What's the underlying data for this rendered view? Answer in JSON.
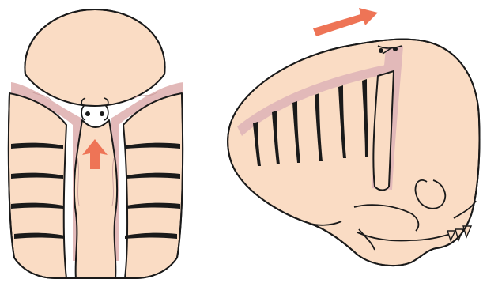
{
  "colors": {
    "skin": "#FADCC4",
    "suture": "#E2B9B9",
    "outline": "#1A1A1A",
    "vessel": "#C79A9A",
    "arrow": "#EE7456",
    "background": "#FFFFFF"
  },
  "panels": [
    {
      "id": "top-view",
      "view": "superior",
      "arrow": "up-arrow-icon",
      "annotation": "bracket-with-two-pins"
    },
    {
      "id": "side-view",
      "view": "lateral",
      "arrow": "right-arrow-icon",
      "annotation": "pins-across-suture"
    }
  ]
}
